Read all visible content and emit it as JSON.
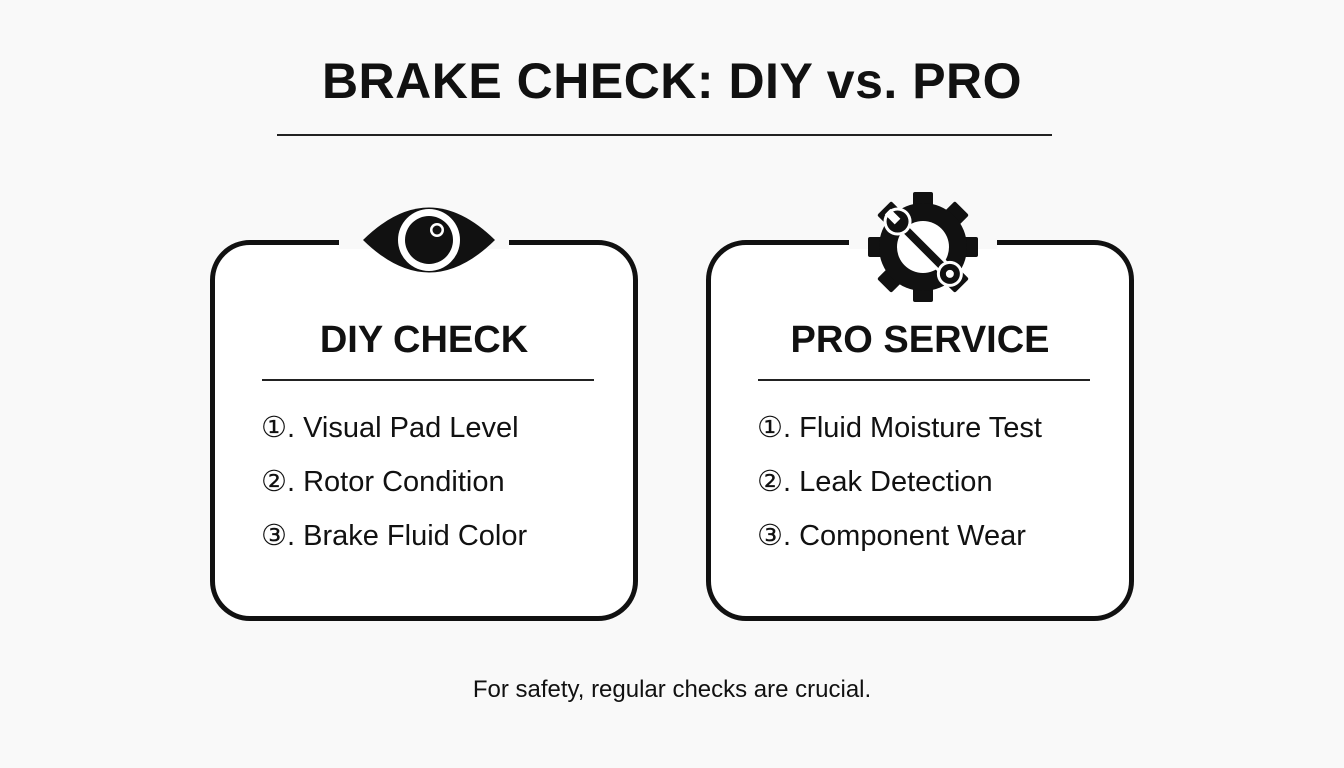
{
  "title": "BRAKE CHECK: DIY vs. PRO",
  "cards": [
    {
      "icon": "eye-icon",
      "title": "DIY CHECK",
      "items": [
        "①. Visual Pad Level",
        "②. Rotor Condition",
        "③. Brake Fluid Color"
      ]
    },
    {
      "icon": "gear-wrench-icon",
      "title": "PRO SERVICE",
      "items": [
        "①. Fluid Moisture Test",
        "②. Leak Detection",
        "③. Component Wear"
      ]
    }
  ],
  "footer": "For safety, regular checks are crucial.",
  "colors": {
    "background": "#f9f9f9",
    "ink": "#111111"
  }
}
